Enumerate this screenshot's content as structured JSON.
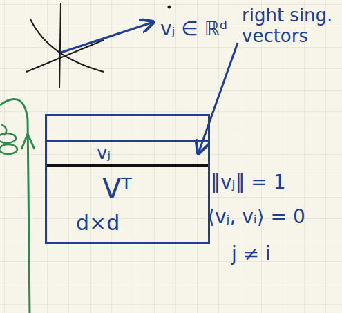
{
  "diagram": {
    "nodes": [
      {
        "text": [
          "Vᵀ",
          "d×d"
        ]
      },
      {
        "text": [
          "vⱼ"
        ],
        "in": 0
      }
    ],
    "labels": [
      "vⱼ ∈ ℝᵈ",
      "right sing. vectors",
      "‖vⱼ‖ = 1",
      "⟨vⱼ, vᵢ⟩ = 0",
      "j ≠ i"
    ]
  }
}
